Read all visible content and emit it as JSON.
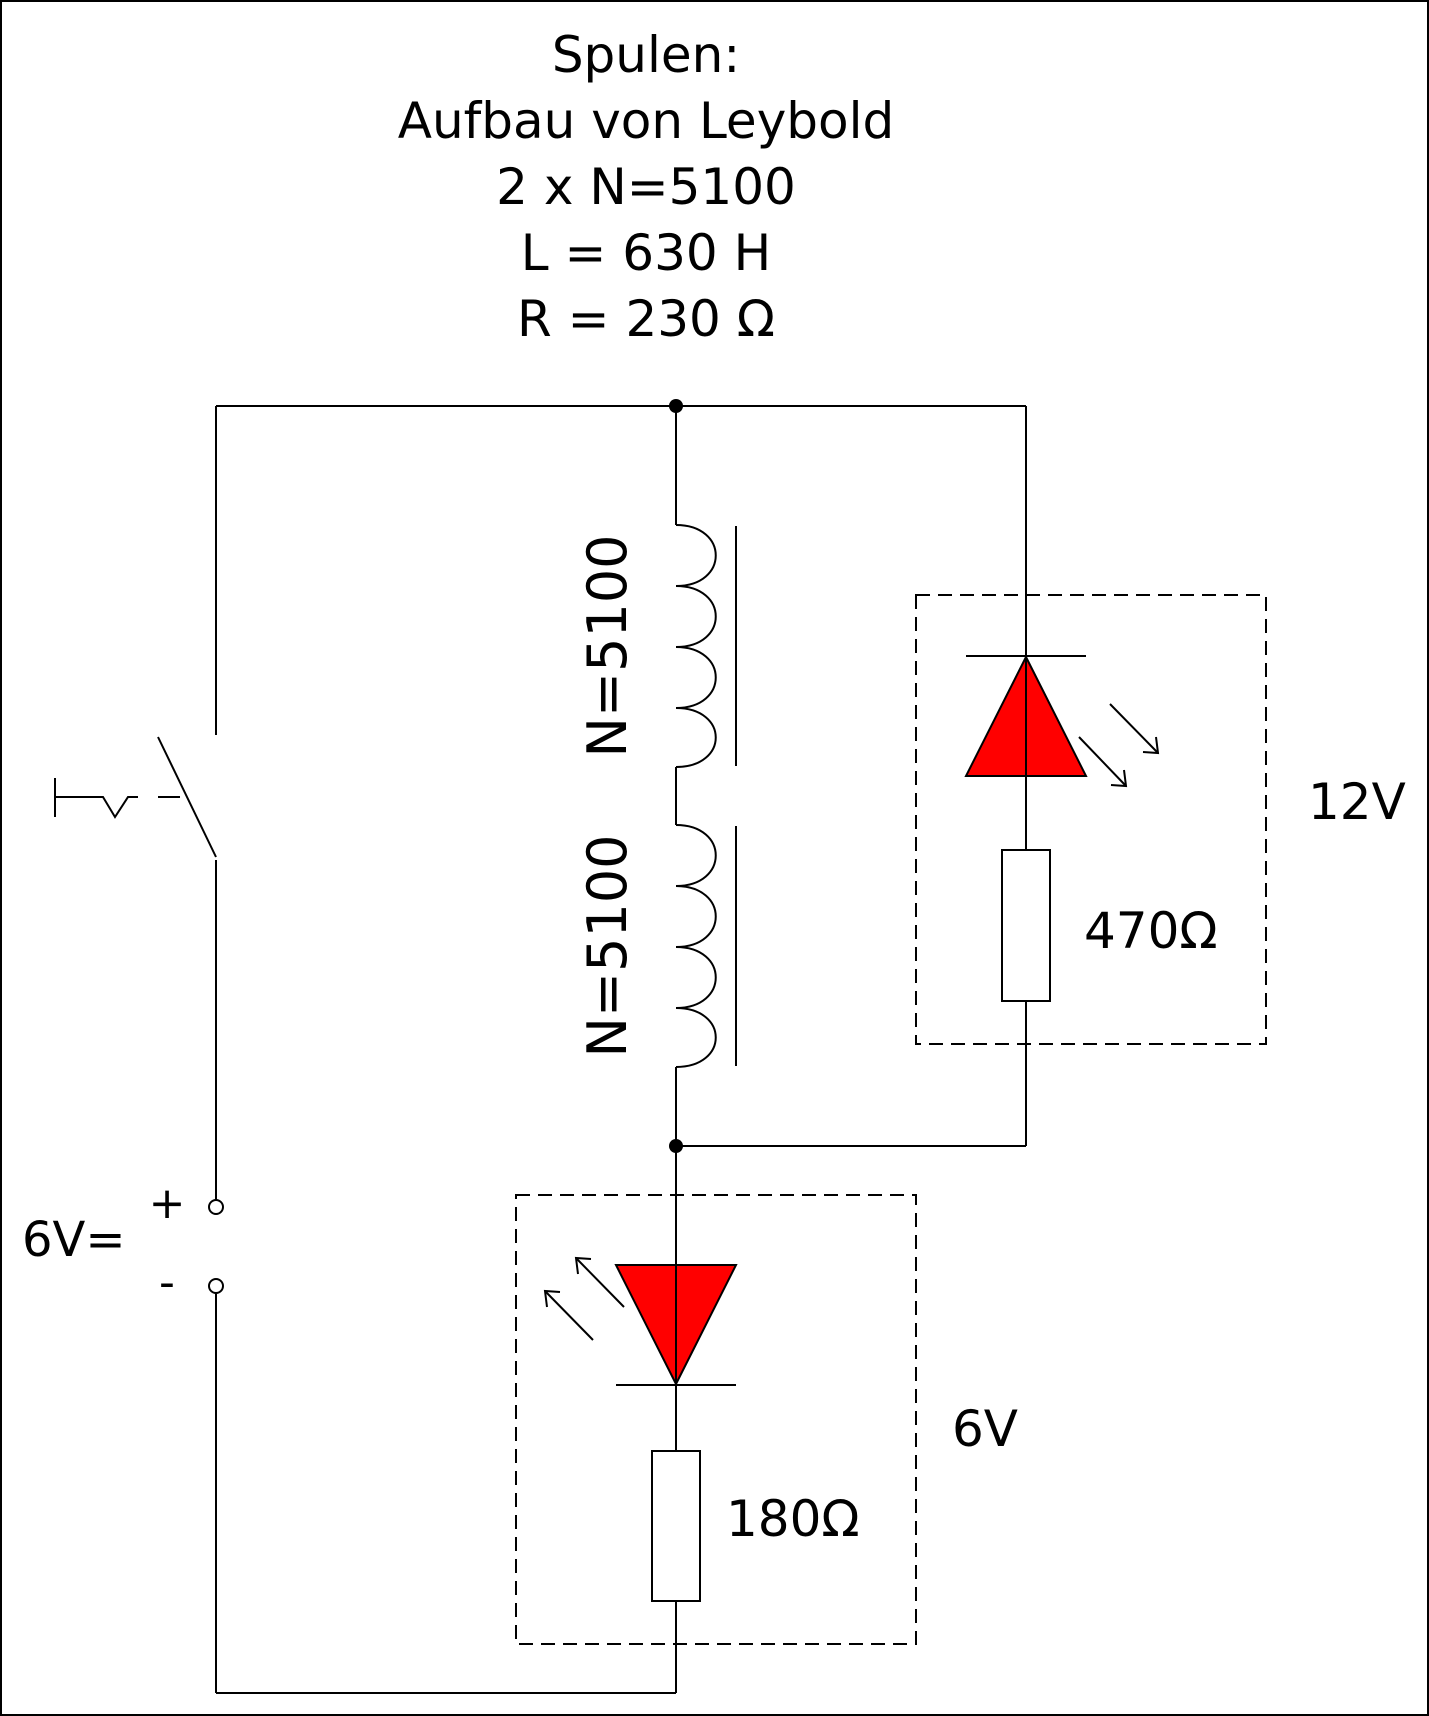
{
  "title_lines": [
    "Spulen:",
    "Aufbau von Leybold",
    "2 x N=5100",
    "L = 630 H",
    "R = 230 Ω"
  ],
  "coil_top_label": "N=5100",
  "coil_bottom_label": "N=5100",
  "supply_label": "6V=",
  "supply_plus": "+",
  "supply_minus": "-",
  "led_upper": {
    "voltage_label": "12V",
    "resistor_label": "470Ω"
  },
  "led_lower": {
    "voltage_label": "6V",
    "resistor_label": "180Ω"
  },
  "colors": {
    "led_fill": "#ff0000",
    "wire": "#000000",
    "background": "#ffffff"
  }
}
